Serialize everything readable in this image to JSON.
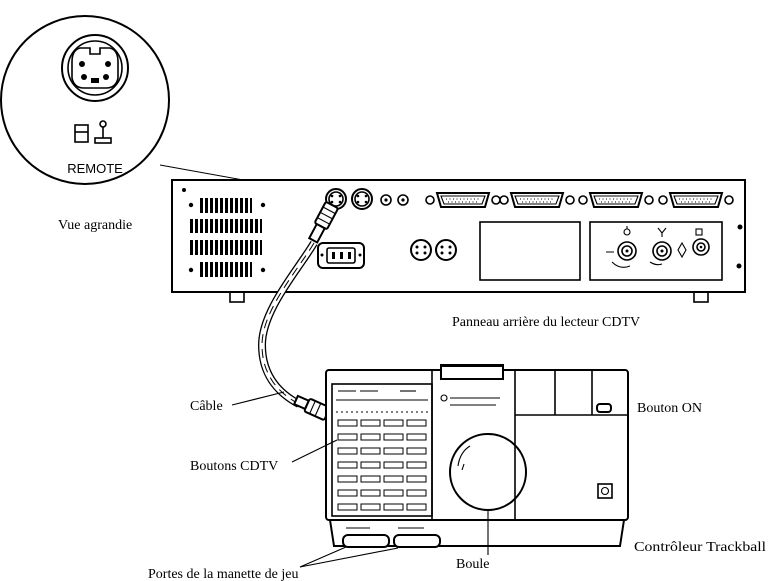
{
  "diagram": {
    "enlarged_view": {
      "caption": "Vue agrandie",
      "connector_label": "REMOTE"
    },
    "rear_panel": {
      "caption": "Panneau arrière du lecteur CDTV"
    },
    "cable": {
      "label": "Câble"
    },
    "controller": {
      "caption": "Contrôleur Trackball",
      "on_button_label": "Bouton ON",
      "buttons_label": "Boutons CDTV",
      "ball_label": "Boule",
      "ports_label": "Portes de la manette de jeu"
    }
  },
  "colors": {
    "ink": "#000000",
    "paper": "#ffffff"
  }
}
